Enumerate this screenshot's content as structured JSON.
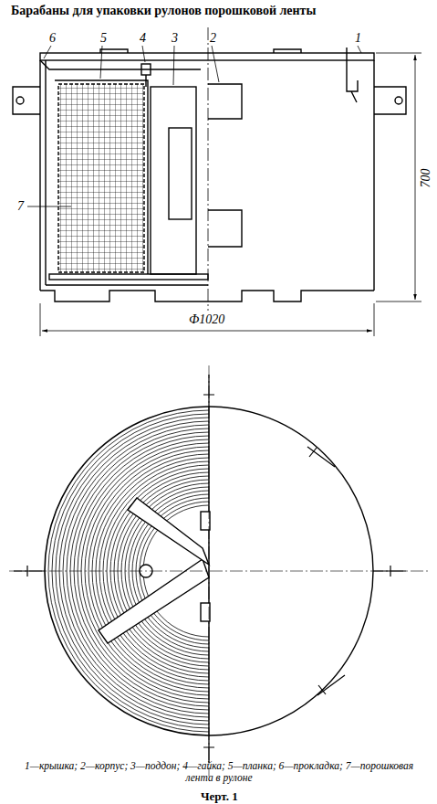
{
  "diagram": {
    "title": "Барабаны для упаковки рулонов порошковой ленты",
    "caption": "1—крышка; 2—корпус; 3—поддон; 4—гайка; 5—планка; 6—прокладка; 7—порошковая лента в рулоне",
    "labels": [
      "6",
      "5",
      "4",
      "3",
      "2",
      "1",
      "7",
      "700",
      "Ф1020",
      "Черт. 1"
    ]
  }
}
